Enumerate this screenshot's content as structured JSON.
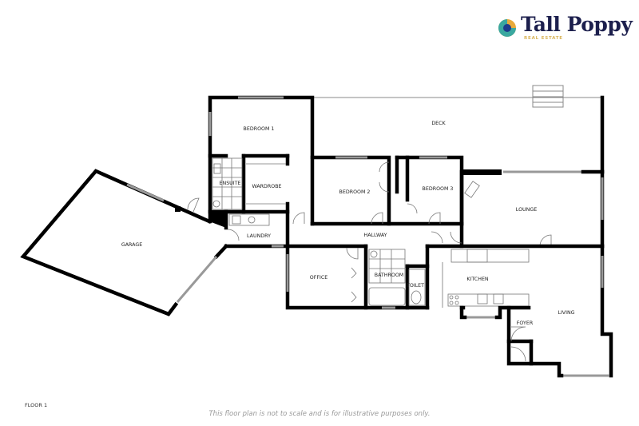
{
  "brand": {
    "name": "Tall Poppy",
    "tagline": "REAL ESTATE",
    "colors": {
      "navy": "#1c1f4d",
      "gold": "#d8b45a",
      "teal": "#3aa8a0",
      "orange": "#e8a93a"
    }
  },
  "rooms": {
    "bedroom1": "BEDROOM 1",
    "deck": "DECK",
    "ensuite": "ENSUITE",
    "wardrobe": "WARDROBE",
    "bedroom2": "BEDROOM 2",
    "bedroom3": "BEDROOM 3",
    "lounge": "LOUNGE",
    "garage": "GARAGE",
    "laundry": "LAUNDRY",
    "hallway": "HALLWAY",
    "office": "OFFICE",
    "bathroom": "BATHROOM",
    "toilet": "TOILET",
    "kitchen": "KITCHEN",
    "living": "LIVING",
    "foyer": "FOYER"
  },
  "floor_label": "FLOOR 1",
  "disclaimer": "This floor plan is not to scale and is for illustrative purposes only."
}
